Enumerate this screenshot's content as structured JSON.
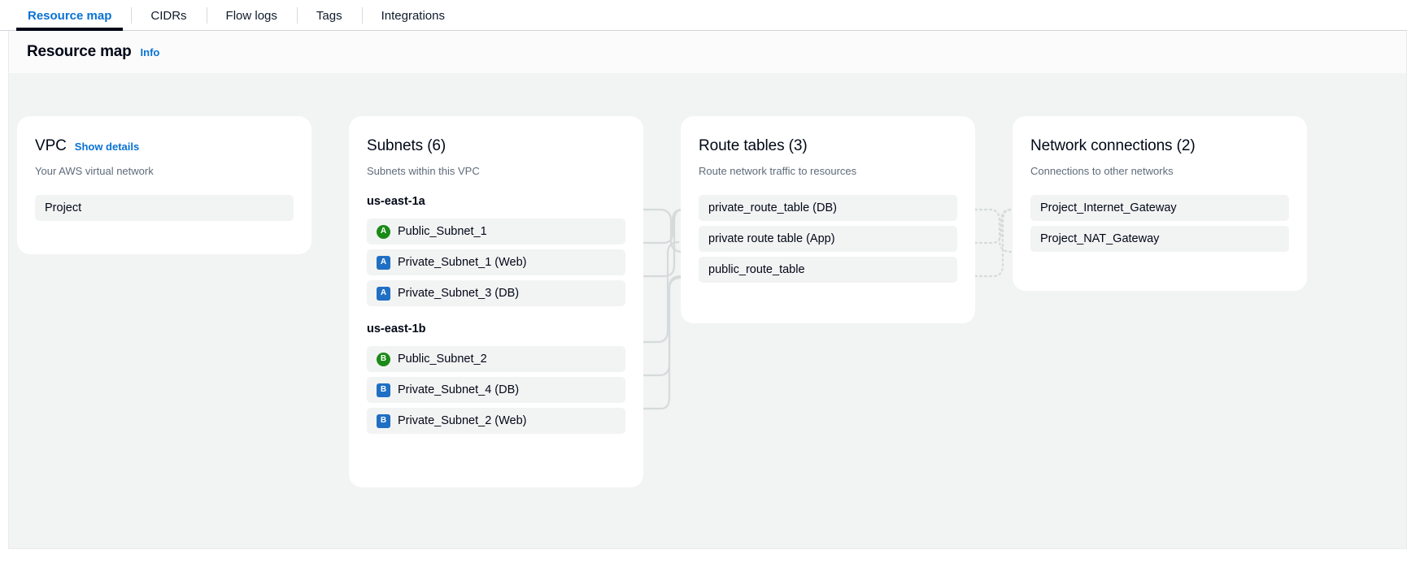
{
  "tabs": [
    {
      "label": "Resource map",
      "active": true
    },
    {
      "label": "CIDRs",
      "active": false
    },
    {
      "label": "Flow logs",
      "active": false
    },
    {
      "label": "Tags",
      "active": false
    },
    {
      "label": "Integrations",
      "active": false
    }
  ],
  "header": {
    "title": "Resource map",
    "info_label": "Info"
  },
  "colors": {
    "link": "#0972d3",
    "public_badge": "#1a8a17",
    "private_badge": "#1f6fc4",
    "row_background": "#f2f3f3",
    "canvas_background": "#f2f3f3",
    "connector": "#d5dbdb"
  },
  "cards": {
    "vpc": {
      "title": "VPC",
      "link_label": "Show details",
      "subtitle": "Your AWS virtual network",
      "items": [
        {
          "label": "Project"
        }
      ]
    },
    "subnets": {
      "title": "Subnets (6)",
      "subtitle": "Subnets within this VPC",
      "groups": [
        {
          "az": "us-east-1a",
          "items": [
            {
              "label": "Public_Subnet_1",
              "badge": "A",
              "type": "public"
            },
            {
              "label": "Private_Subnet_1 (Web)",
              "badge": "A",
              "type": "private"
            },
            {
              "label": "Private_Subnet_3 (DB)",
              "badge": "A",
              "type": "private"
            }
          ]
        },
        {
          "az": "us-east-1b",
          "items": [
            {
              "label": "Public_Subnet_2",
              "badge": "B",
              "type": "public"
            },
            {
              "label": "Private_Subnet_4 (DB)",
              "badge": "B",
              "type": "private"
            },
            {
              "label": "Private_Subnet_2 (Web)",
              "badge": "B",
              "type": "private"
            }
          ]
        }
      ]
    },
    "route_tables": {
      "title": "Route tables (3)",
      "subtitle": "Route network traffic to resources",
      "items": [
        {
          "label": "private_route_table (DB)"
        },
        {
          "label": "private route table (App)"
        },
        {
          "label": "public_route_table"
        }
      ]
    },
    "network_connections": {
      "title": "Network connections (2)",
      "subtitle": "Connections to other networks",
      "items": [
        {
          "label": "Project_Internet_Gateway"
        },
        {
          "label": "Project_NAT_Gateway"
        }
      ]
    }
  }
}
